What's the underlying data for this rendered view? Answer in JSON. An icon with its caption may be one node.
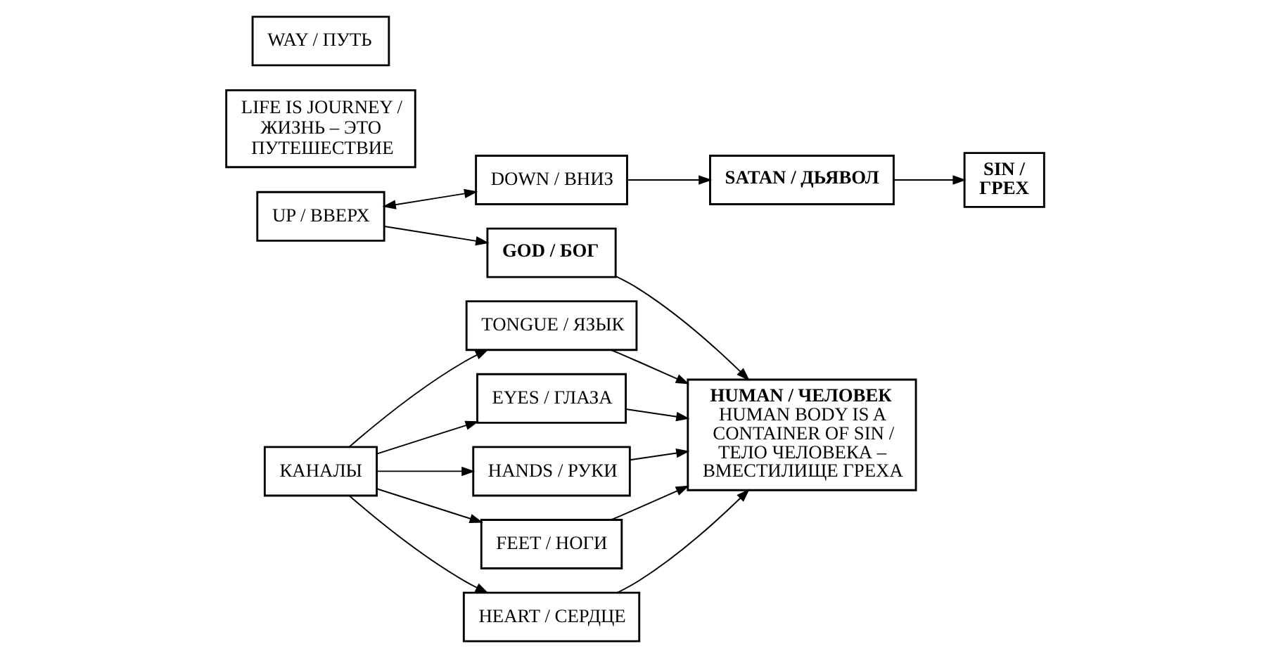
{
  "diagram": {
    "nodes": [
      {
        "text": [
          "UP / ВВЕРХ"
        ]
      },
      {
        "text": [
          "GOD / БОГ"
        ]
      },
      {
        "text": [
          "LIFE IS JOURNEY / ЖИЗНЬ – ЭТО ПУТЕШЕСТВИЕ"
        ]
      },
      {
        "text": [
          "WAY / ПУТЬ"
        ]
      },
      {
        "text": [
          "HUMAN / ЧЕЛОВЕК",
          "HUMAN BODY IS A CONTAINER OF SIN / ТЕЛО ЧЕЛОВЕКА – ВМЕСТИЛИЩЕ ГРЕХА"
        ]
      },
      {
        "text": [
          "TONGUE / ЯЗЫК"
        ]
      },
      {
        "text": [
          "EYES / ГЛАЗА"
        ]
      },
      {
        "text": [
          "HANDS / РУКИ"
        ]
      },
      {
        "text": [
          "FEET / НОГИ"
        ]
      },
      {
        "text": [
          "HEART / СЕРДЦЕ"
        ]
      },
      {
        "text": [
          "КАНАЛЫ"
        ]
      },
      {
        "text": [
          "SIN / ГРЕХ"
        ]
      },
      {
        "text": [
          "DOWN / ВНИЗ"
        ]
      },
      {
        "text": [
          "SATAN / ДЬЯВОЛ"
        ]
      }
    ],
    "edges": [
      {
        "from": 0,
        "to": 1,
        "arrow": "to"
      },
      {
        "from": 1,
        "to": 4,
        "arrow": "to"
      },
      {
        "from": 0,
        "to": 12,
        "arrow": "both"
      },
      {
        "from": 10,
        "to": 5,
        "arrow": "to"
      },
      {
        "from": 10,
        "to": 6,
        "arrow": "to"
      },
      {
        "from": 10,
        "to": 7,
        "arrow": "to"
      },
      {
        "from": 10,
        "to": 8,
        "arrow": "to"
      },
      {
        "from": 10,
        "to": 9,
        "arrow": "to"
      },
      {
        "from": 5,
        "to": 4,
        "arrow": "to"
      },
      {
        "from": 6,
        "to": 4,
        "arrow": "to"
      },
      {
        "from": 7,
        "to": 4,
        "arrow": "to"
      },
      {
        "from": 8,
        "to": 4,
        "arrow": "to"
      },
      {
        "from": 9,
        "to": 4,
        "arrow": "to"
      },
      {
        "from": 12,
        "to": 13,
        "arrow": "to"
      },
      {
        "from": 13,
        "to": 11,
        "arrow": "to"
      }
    ]
  }
}
